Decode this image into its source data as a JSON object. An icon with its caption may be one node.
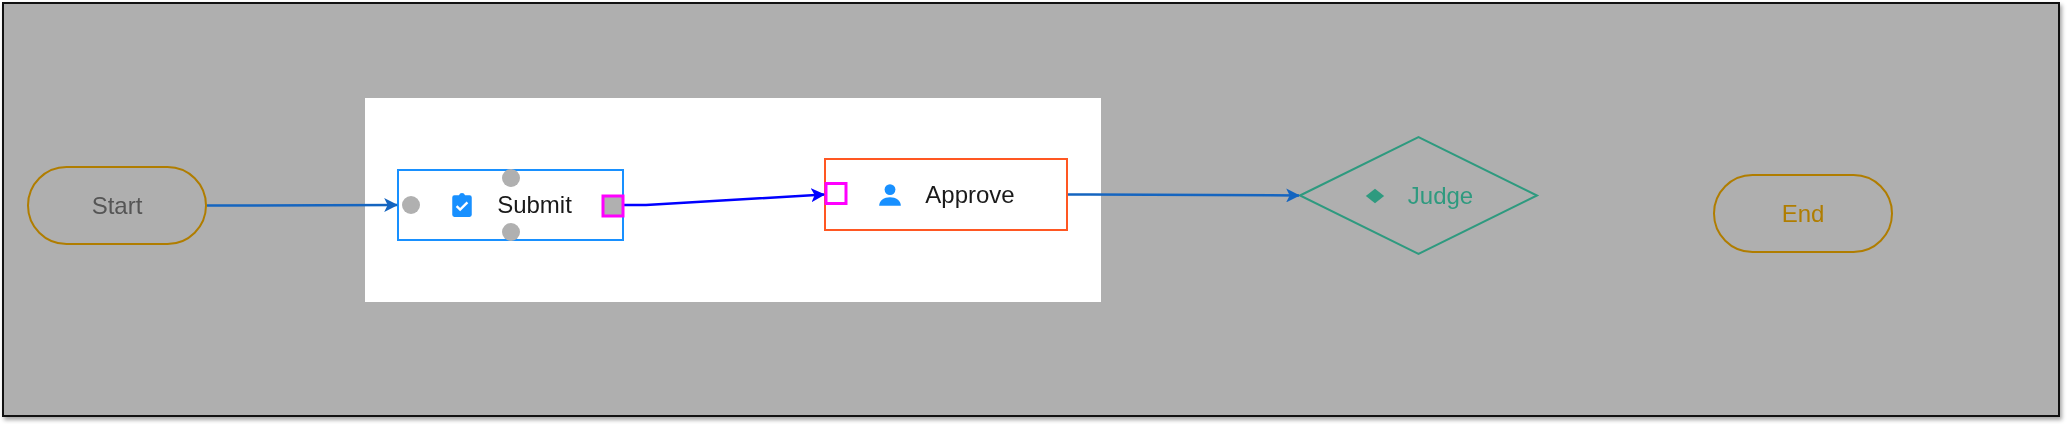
{
  "diagram": {
    "nodes": [
      {
        "text": [
          "Start"
        ]
      },
      {
        "text": [],
        "shape": "box"
      },
      {
        "text": [
          "Submit"
        ],
        "in": 1
      },
      {
        "text": [
          "Approve"
        ],
        "in": 1
      },
      {
        "text": [
          "Judge"
        ]
      },
      {
        "text": [
          "End"
        ]
      }
    ],
    "edges": [
      {
        "from": 0,
        "to": 2,
        "arrow": "to"
      },
      {
        "from": 2,
        "to": 3,
        "arrow": "to",
        "color": "#0000ff"
      },
      {
        "from": 3,
        "to": 4,
        "arrow": "to"
      }
    ]
  }
}
